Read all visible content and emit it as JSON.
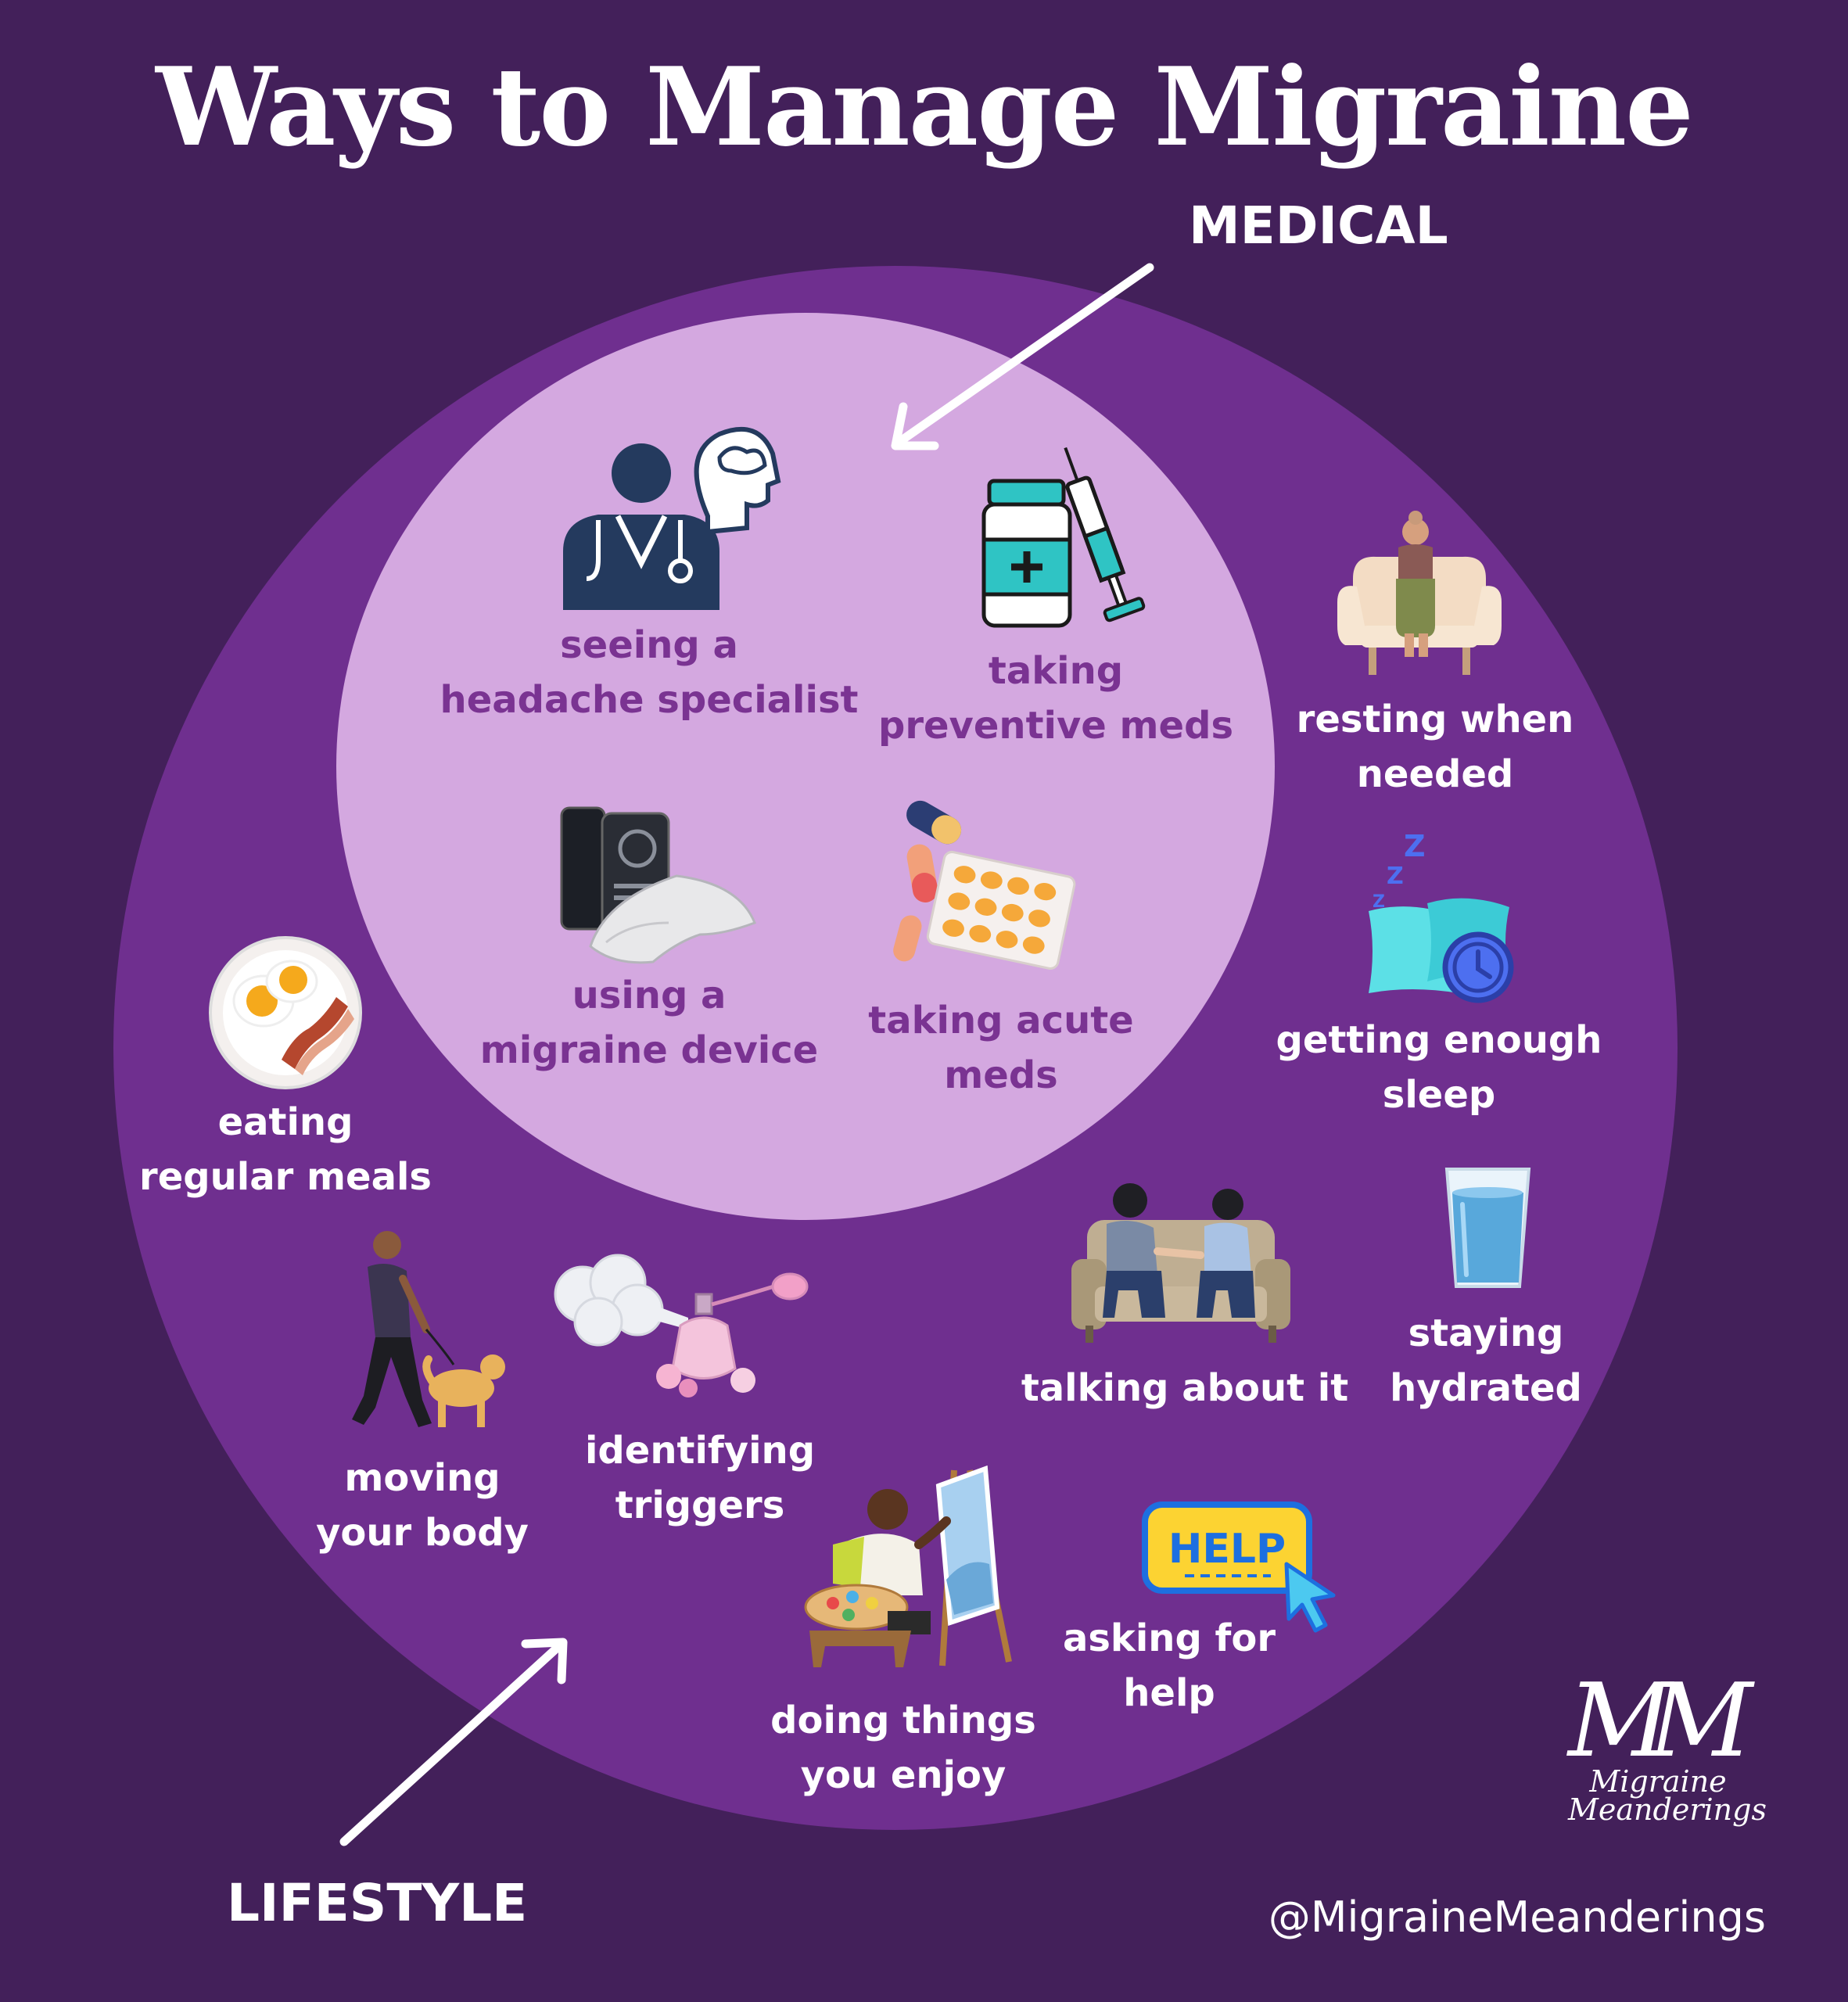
{
  "title": "Ways to Manage Migraine",
  "sections": {
    "medical": "MEDICAL",
    "lifestyle": "LIFESTYLE"
  },
  "medical_items": [
    {
      "line1": "seeing a",
      "line2": "headache specialist",
      "icon": "doctor-brain-icon"
    },
    {
      "line1": "taking",
      "line2": "preventive meds",
      "icon": "medicine-syringe-icon"
    },
    {
      "line1": "using a",
      "line2": "migraine device",
      "icon": "phone-device-icon"
    },
    {
      "line1": "taking acute",
      "line2": "meds",
      "icon": "pills-blister-icon"
    }
  ],
  "lifestyle_items": [
    {
      "line1": "resting when",
      "line2": "needed",
      "icon": "armchair-rest-icon"
    },
    {
      "line1": "getting enough",
      "line2": "sleep",
      "icon": "pillow-clock-icon"
    },
    {
      "line1": "eating",
      "line2": "regular meals",
      "icon": "eggs-bacon-icon"
    },
    {
      "line1": "talking about it",
      "line2": "",
      "icon": "couch-conversation-icon"
    },
    {
      "line1": "staying",
      "line2": "hydrated",
      "icon": "water-glass-icon"
    },
    {
      "line1": "moving",
      "line2": "your body",
      "icon": "walking-dog-icon"
    },
    {
      "line1": "identifying",
      "line2": "triggers",
      "icon": "perfume-spray-icon"
    },
    {
      "line1": "asking for",
      "line2": "help",
      "icon": "help-button-icon"
    },
    {
      "line1": "doing things",
      "line2": "you enjoy",
      "icon": "painter-easel-icon"
    }
  ],
  "logo": {
    "mark": "MM",
    "line1": "Migraine",
    "line2": "Meanderings"
  },
  "handle": "@MigraineMeanderings",
  "colors": {
    "background": "#43205a",
    "outer_circle": "#6f2f8f",
    "inner_circle": "#d4a8e0",
    "inner_text": "#7a3392",
    "outer_text": "#ffffff"
  }
}
